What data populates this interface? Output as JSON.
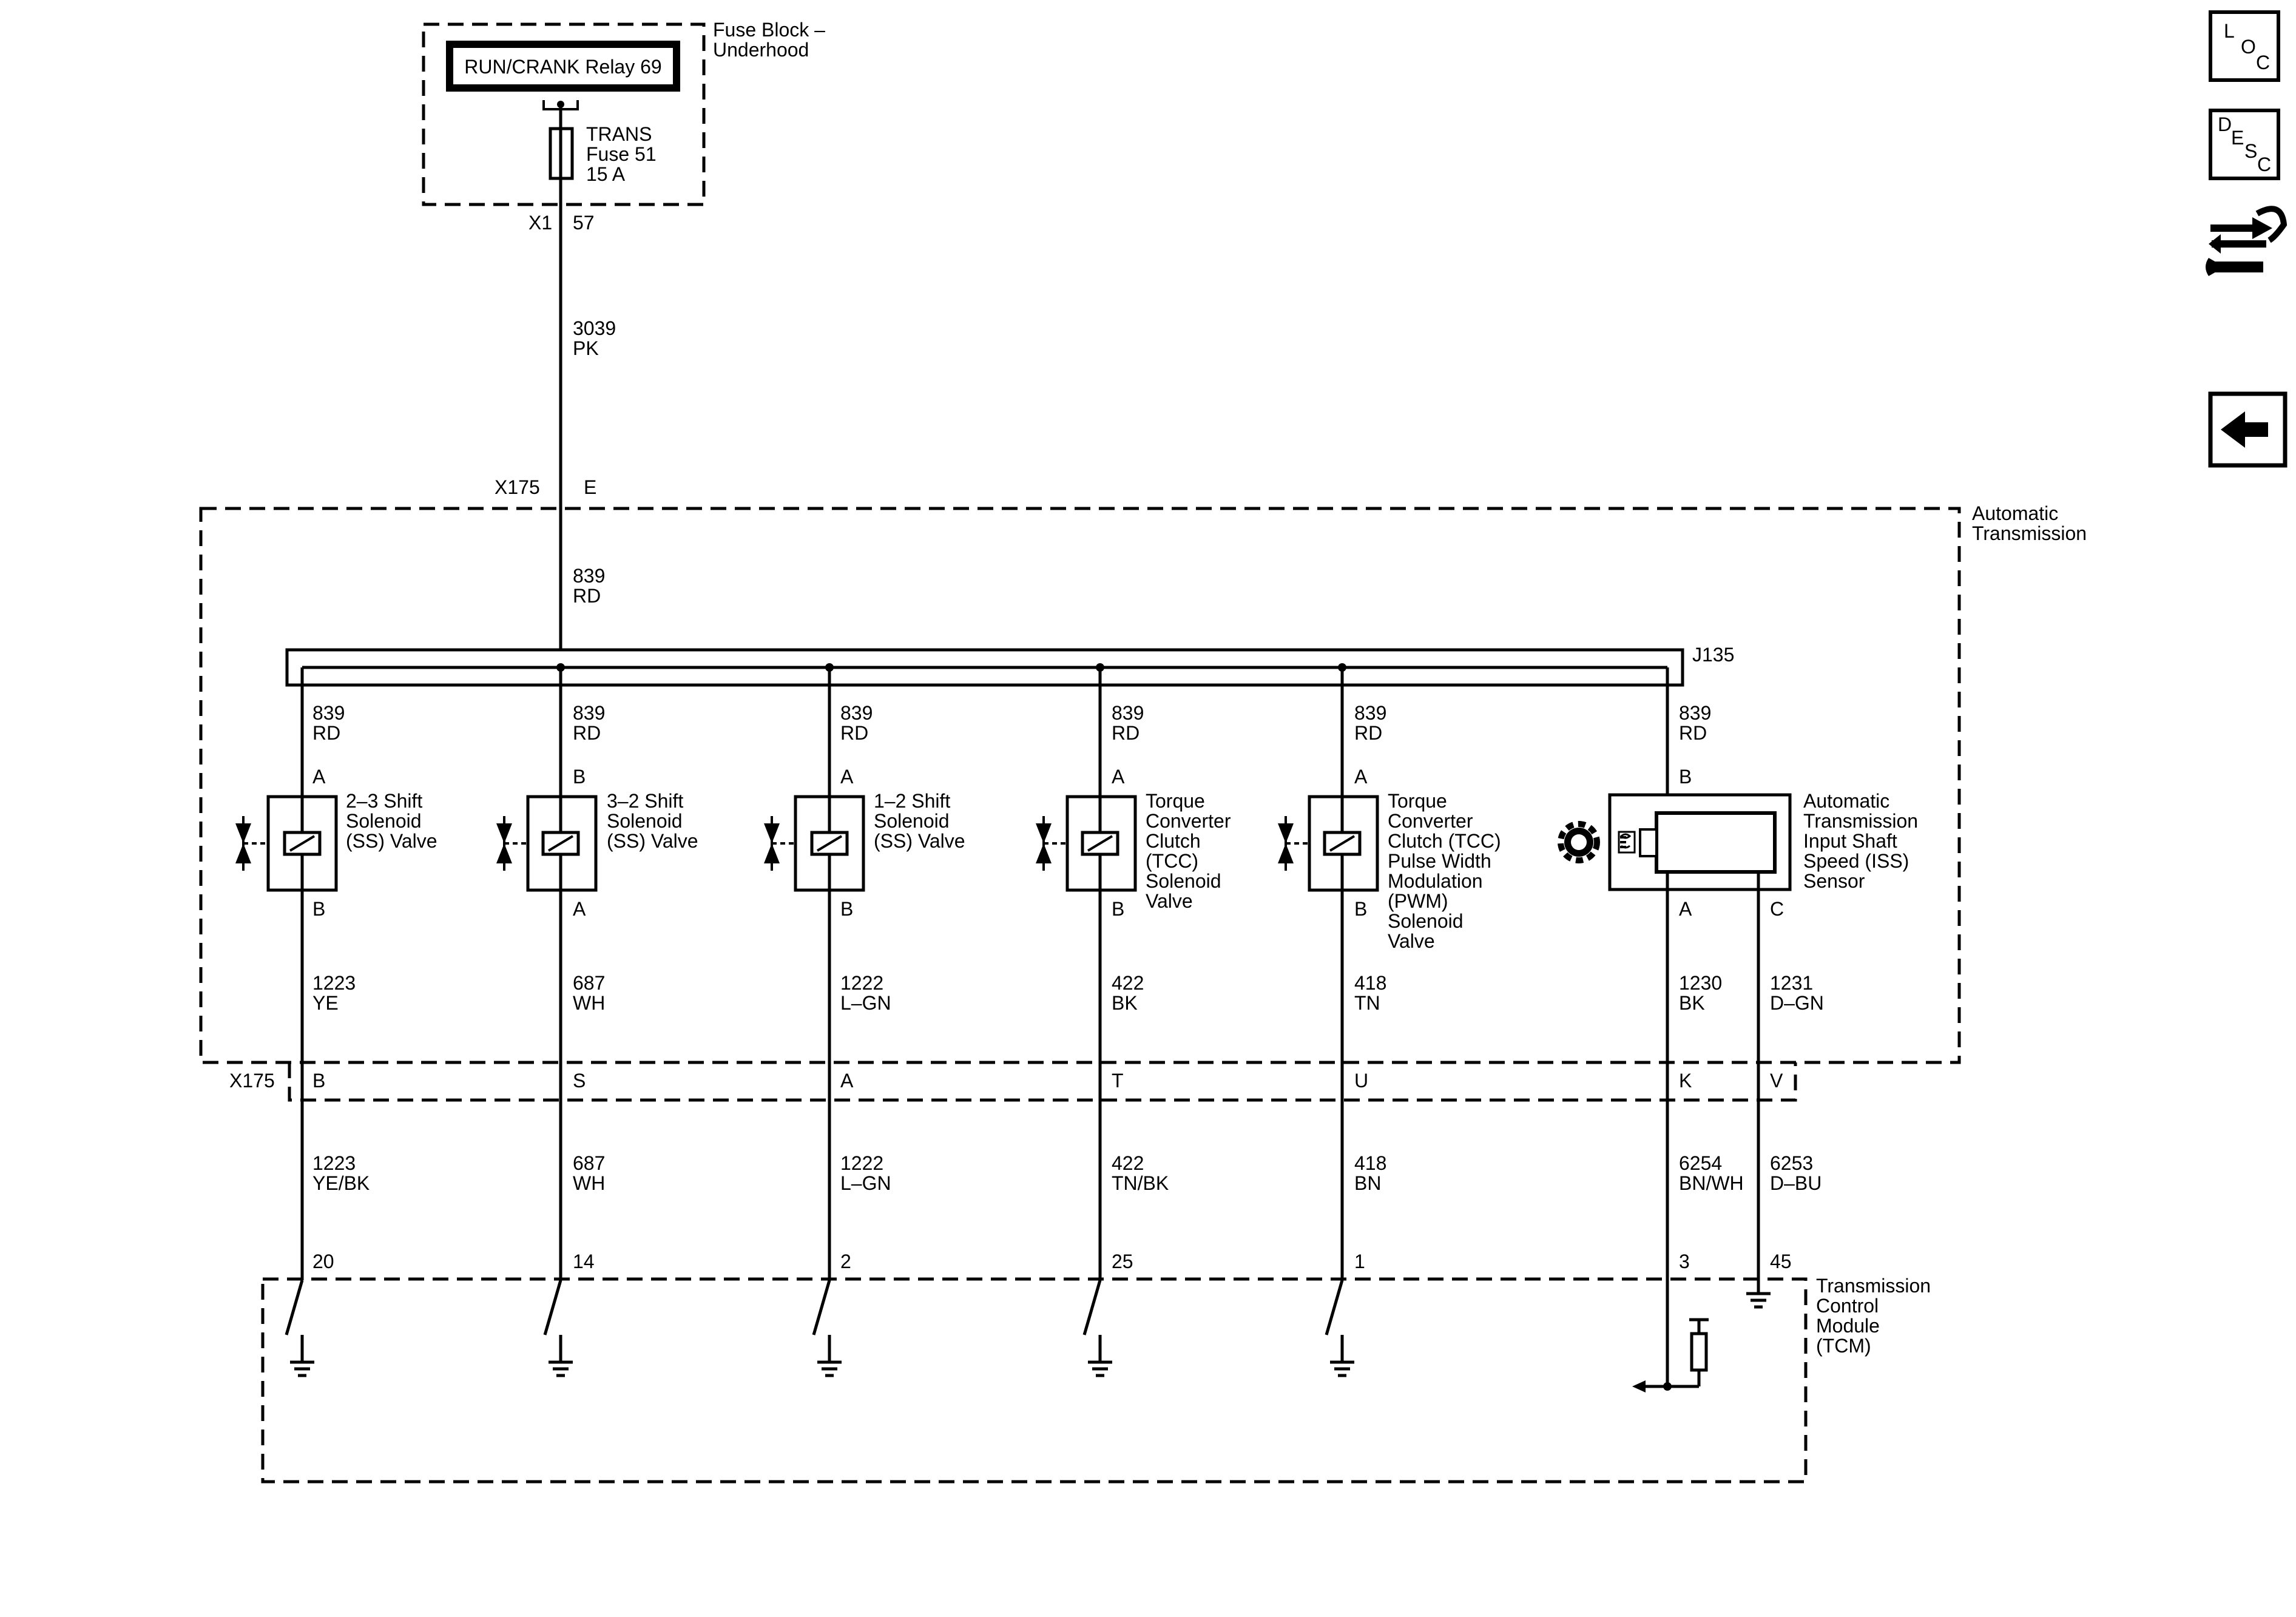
{
  "fuse_block": {
    "title_line1": "Fuse Block –",
    "title_line2": "Underhood",
    "relay": "RUN/CRANK Relay 69",
    "fuse_line1": "TRANS",
    "fuse_line2": "Fuse 51",
    "fuse_line3": "15 A",
    "connector": "X1",
    "pin": "57"
  },
  "feed_wire": {
    "circuit": "3039",
    "color": "PK"
  },
  "x175_top": {
    "connector": "X175",
    "pin": "E"
  },
  "transmission": {
    "title_line1": "Automatic",
    "title_line2": "Transmission"
  },
  "main_wire": {
    "circuit": "839",
    "color": "RD"
  },
  "splice": "J135",
  "components": [
    {
      "supply_circuit": "839",
      "supply_color": "RD",
      "pin_top": "A",
      "pin_bottom": "B",
      "label": [
        "2–3 Shift",
        "Solenoid",
        "(SS) Valve"
      ],
      "out_circuit": "1223",
      "out_color": "YE",
      "x175_pin": "B",
      "tcm_circuit": "1223",
      "tcm_color": "YE/BK",
      "tcm_pin": "20"
    },
    {
      "supply_circuit": "839",
      "supply_color": "RD",
      "pin_top": "B",
      "pin_bottom": "A",
      "label": [
        "3–2 Shift",
        "Solenoid",
        "(SS) Valve"
      ],
      "out_circuit": "687",
      "out_color": "WH",
      "x175_pin": "S",
      "tcm_circuit": "687",
      "tcm_color": "WH",
      "tcm_pin": "14"
    },
    {
      "supply_circuit": "839",
      "supply_color": "RD",
      "pin_top": "A",
      "pin_bottom": "B",
      "label": [
        "1–2 Shift",
        "Solenoid",
        "(SS) Valve"
      ],
      "out_circuit": "1222",
      "out_color": "L–GN",
      "x175_pin": "A",
      "tcm_circuit": "1222",
      "tcm_color": "L–GN",
      "tcm_pin": "2"
    },
    {
      "supply_circuit": "839",
      "supply_color": "RD",
      "pin_top": "A",
      "pin_bottom": "B",
      "label": [
        "Torque",
        "Converter",
        "Clutch",
        "(TCC)",
        "Solenoid",
        "Valve"
      ],
      "out_circuit": "422",
      "out_color": "BK",
      "x175_pin": "T",
      "tcm_circuit": "422",
      "tcm_color": "TN/BK",
      "tcm_pin": "25"
    },
    {
      "supply_circuit": "839",
      "supply_color": "RD",
      "pin_top": "A",
      "pin_bottom": "B",
      "label": [
        "Torque",
        "Converter",
        "Clutch (TCC)",
        "Pulse Width",
        "Modulation",
        "(PWM)",
        "Solenoid",
        "Valve"
      ],
      "out_circuit": "418",
      "out_color": "TN",
      "x175_pin": "U",
      "tcm_circuit": "418",
      "tcm_color": "BN",
      "tcm_pin": "1"
    }
  ],
  "sensor": {
    "supply_circuit": "839",
    "supply_color": "RD",
    "pin_top": "B",
    "label": [
      "Automatic",
      "Transmission",
      "Input Shaft",
      "Speed (ISS)",
      "Sensor"
    ],
    "pin_a": "A",
    "pin_c": "C",
    "a_circuit": "1230",
    "a_color": "BK",
    "c_circuit": "1231",
    "c_color": "D–GN",
    "x175_pin_a": "K",
    "x175_pin_c": "V",
    "tcm_a_circuit": "6254",
    "tcm_a_color": "BN/WH",
    "tcm_a_pin": "3",
    "tcm_c_circuit": "6253",
    "tcm_c_color": "D–BU",
    "tcm_c_pin": "45"
  },
  "x175_bottom": {
    "connector": "X175"
  },
  "tcm": {
    "label": [
      "Transmission",
      "Control",
      "Module",
      "(TCM)"
    ]
  },
  "side_buttons": {
    "loc": [
      "L",
      "O",
      "C"
    ],
    "desc": [
      "D",
      "E",
      "S",
      "C"
    ],
    "repair_icon": "wire-wrench-icon",
    "back_icon": "back-arrow-icon"
  }
}
